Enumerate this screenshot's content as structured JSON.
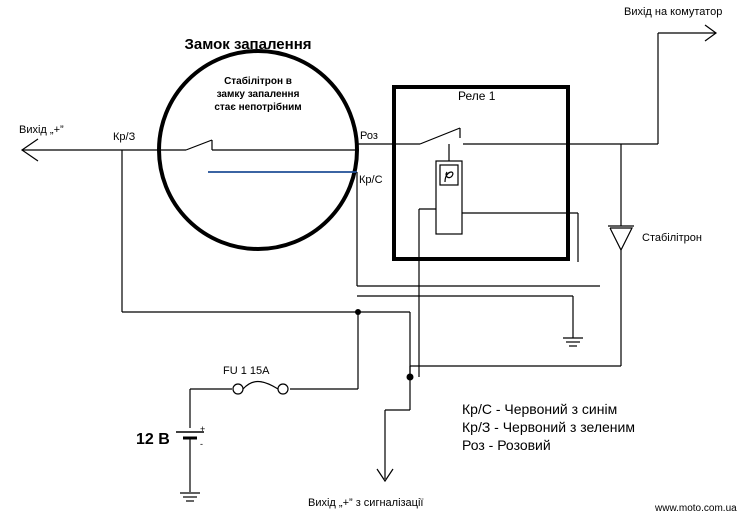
{
  "labels": {
    "lock_title": "Замок запалення",
    "lock_note_line1": "Стабілітрон в",
    "lock_note_line2": "замку запалення",
    "lock_note_line3": "стає непотрібним",
    "relay_title": "Реле 1",
    "output_commutator": "Вихід на комутатор",
    "output_plus_left": "Вихід „+”",
    "wire_kr3": "Кр/З",
    "wire_roz": "Роз",
    "wire_krs": "Кр/С",
    "stabilitron": "Стабілітрон",
    "fuse": "FU 1 15A",
    "battery_voltage": "12 В",
    "battery_plus": "+",
    "battery_minus": "-",
    "output_alarm": "Вихід „+” з сигналізації",
    "watermark": "www.moto.com.ua"
  },
  "legend": [
    "Кр/С - Червоний з синім",
    "Кр/З - Червоний з зеленим",
    "Роз - Розовий"
  ],
  "colors": {
    "wire": "#000000",
    "wire_blue": "#1f4e96",
    "background": "#ffffff"
  }
}
